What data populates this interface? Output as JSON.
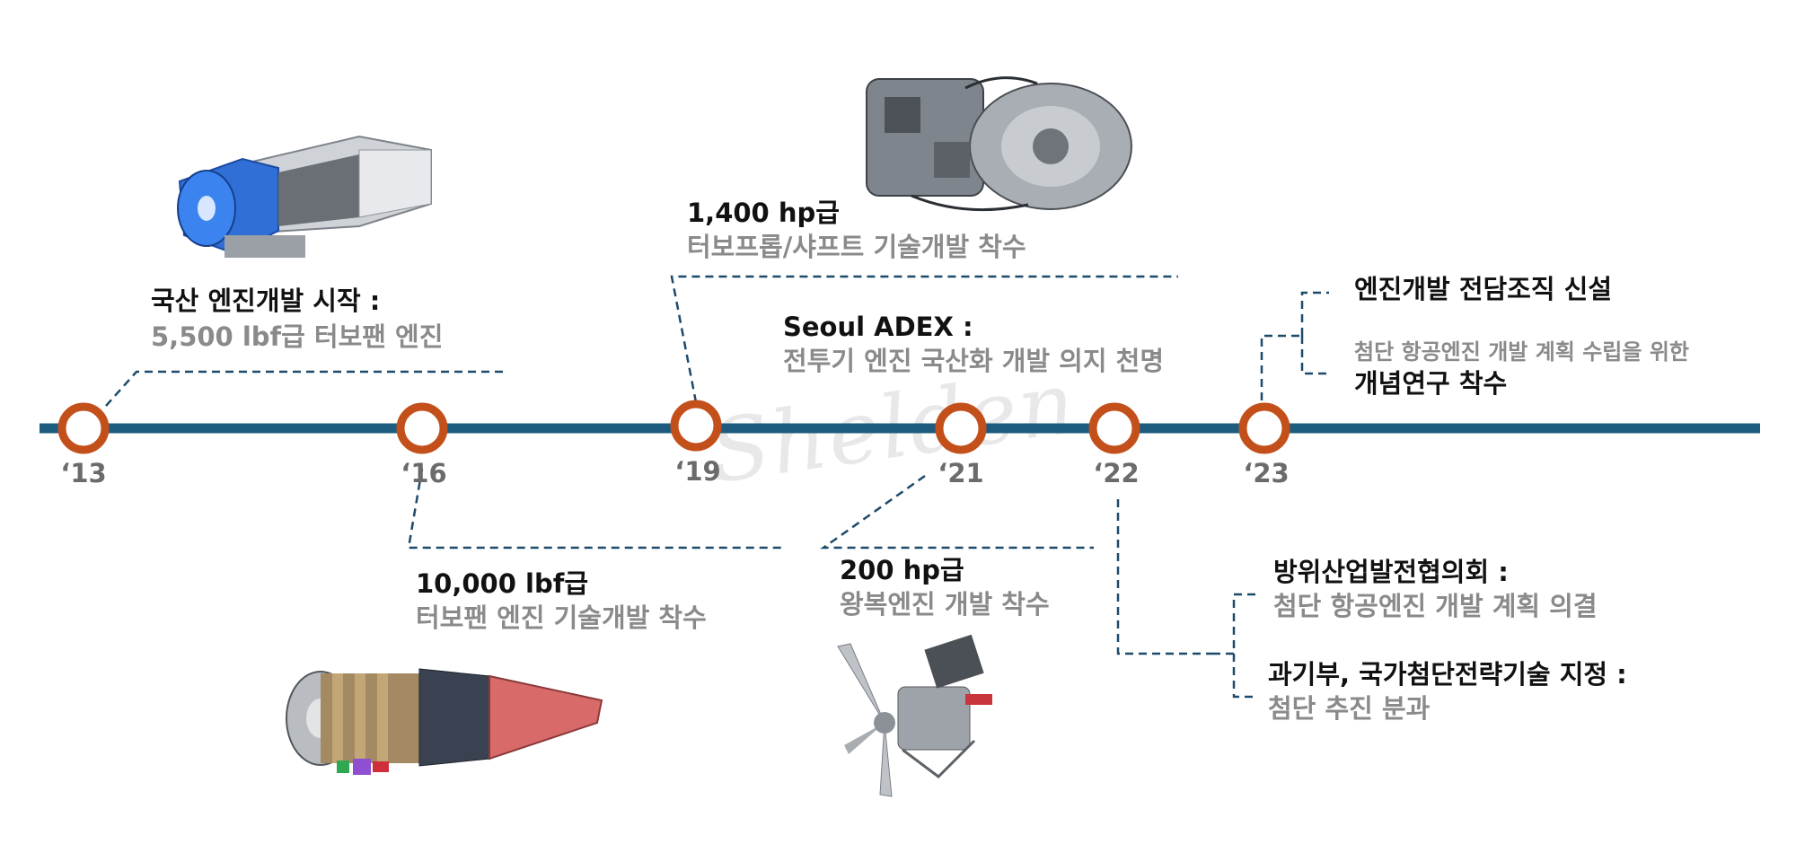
{
  "colors": {
    "timeline": "#1d5c7e",
    "marker": "#c3501b",
    "connector": "#1d4a6b",
    "title": "#111111",
    "sub": "#8a8a8a",
    "year": "#6b6b6b"
  },
  "watermark": "Shelden",
  "events": [
    {
      "year": "‘13",
      "title": "국산 엔진개발 시작 :",
      "sub": "5,500 lbf급 터보팬 엔진"
    },
    {
      "year": "‘16",
      "title": "10,000 lbf급",
      "sub": "터보팬 엔진 기술개발 착수"
    },
    {
      "year": "‘19",
      "title": "1,400 hp급",
      "sub": "터보프롭/샤프트 기술개발 착수"
    },
    {
      "year": "‘21",
      "title": "Seoul ADEX :",
      "sub": "전투기 엔진 국산화 개발 의지 천명",
      "title2": "200 hp급",
      "sub2": "왕복엔진 개발 착수"
    },
    {
      "year": "‘22",
      "title": "방위산업발전협의회 :",
      "sub": "첨단 항공엔진 개발 계획 의결",
      "title2": "과기부, 국가첨단전략기술 지정 :",
      "sub2": "첨단 추진 분과"
    },
    {
      "year": "‘23",
      "title": "엔진개발 전담조직 신설",
      "sub": "첨단 항공엔진 개발 계획 수립을 위한",
      "sub_bold": "개념연구 착수"
    }
  ],
  "images": [
    "turbofan-cutaway-engine-icon",
    "turboprop-engine-icon",
    "turbofan-engine-model-icon",
    "propeller-engine-icon"
  ]
}
